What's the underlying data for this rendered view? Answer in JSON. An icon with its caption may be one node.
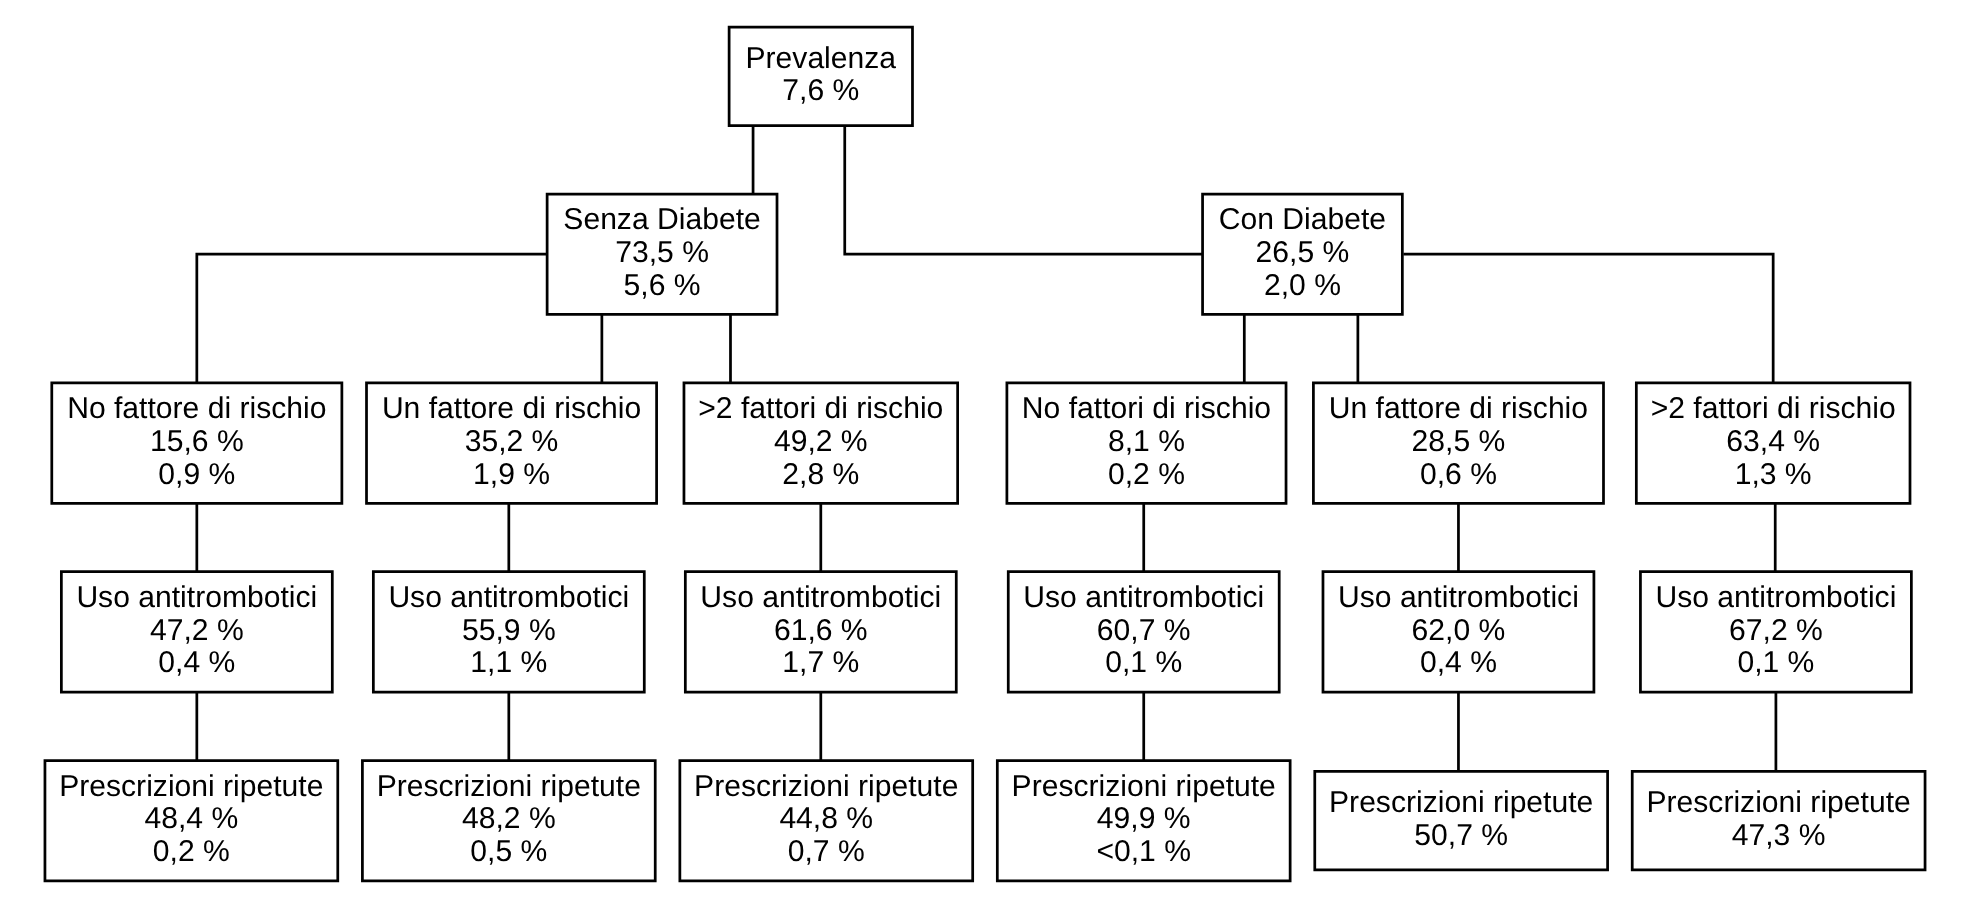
{
  "diagram": {
    "nodes": [
      {
        "text": [
          "Prevalenza",
          "7,6 %"
        ]
      },
      {
        "text": [
          "Senza Diabete",
          "73,5 %",
          "5,6 %"
        ]
      },
      {
        "text": [
          "Con Diabete",
          "26,5 %",
          "2,0 %"
        ]
      },
      {
        "text": [
          "No fattore di rischio",
          "15,6 %",
          "0,9 %"
        ]
      },
      {
        "text": [
          "Un fattore di rischio",
          "35,2 %",
          "1,9 %"
        ]
      },
      {
        "text": [
          ">2 fattori di rischio",
          "49,2 %",
          "2,8 %"
        ]
      },
      {
        "text": [
          "No fattori di rischio",
          "8,1 %",
          "0,2 %"
        ]
      },
      {
        "text": [
          "Un fattore di rischio",
          "28,5 %",
          "0,6 %"
        ]
      },
      {
        "text": [
          ">2 fattori di rischio",
          "63,4 %",
          "1,3 %"
        ]
      },
      {
        "text": [
          "Uso antitrombotici",
          "47,2 %",
          "0,4 %"
        ]
      },
      {
        "text": [
          "Uso antitrombotici",
          "55,9 %",
          "1,1 %"
        ]
      },
      {
        "text": [
          "Uso antitrombotici",
          "61,6 %",
          "1,7 %"
        ]
      },
      {
        "text": [
          "Uso antitrombotici",
          "60,7 %",
          "0,1 %"
        ]
      },
      {
        "text": [
          "Uso antitrombotici",
          "62,0 %",
          "0,4 %"
        ]
      },
      {
        "text": [
          "Uso antitrombotici",
          "67,2 %",
          "0,1 %"
        ]
      },
      {
        "text": [
          "Prescrizioni ripetute",
          "48,4 %",
          "0,2 %"
        ]
      },
      {
        "text": [
          "Prescrizioni ripetute",
          "48,2 %",
          "0,5 %"
        ]
      },
      {
        "text": [
          "Prescrizioni ripetute",
          "44,8 %",
          "0,7 %"
        ]
      },
      {
        "text": [
          "Prescrizioni ripetute",
          "49,9 %",
          "<0,1 %"
        ]
      },
      {
        "text": [
          "Prescrizioni ripetute",
          "50,7 %"
        ]
      },
      {
        "text": [
          "Prescrizioni ripetute",
          "47,3 %"
        ]
      }
    ],
    "edges": [
      {
        "from": 0,
        "to": 1,
        "arrow": "none"
      },
      {
        "from": 0,
        "to": 2,
        "arrow": "none"
      },
      {
        "from": 1,
        "to": 3,
        "arrow": "none"
      },
      {
        "from": 1,
        "to": 4,
        "arrow": "none"
      },
      {
        "from": 1,
        "to": 5,
        "arrow": "none"
      },
      {
        "from": 2,
        "to": 6,
        "arrow": "none"
      },
      {
        "from": 2,
        "to": 7,
        "arrow": "none"
      },
      {
        "from": 2,
        "to": 8,
        "arrow": "none"
      },
      {
        "from": 3,
        "to": 9,
        "arrow": "none"
      },
      {
        "from": 4,
        "to": 10,
        "arrow": "none"
      },
      {
        "from": 5,
        "to": 11,
        "arrow": "none"
      },
      {
        "from": 6,
        "to": 12,
        "arrow": "none"
      },
      {
        "from": 7,
        "to": 13,
        "arrow": "none"
      },
      {
        "from": 8,
        "to": 14,
        "arrow": "none"
      },
      {
        "from": 9,
        "to": 15,
        "arrow": "none"
      },
      {
        "from": 10,
        "to": 16,
        "arrow": "none"
      },
      {
        "from": 11,
        "to": 17,
        "arrow": "none"
      },
      {
        "from": 12,
        "to": 18,
        "arrow": "none"
      },
      {
        "from": 13,
        "to": 19,
        "arrow": "none"
      },
      {
        "from": 14,
        "to": 20,
        "arrow": "none"
      }
    ]
  }
}
